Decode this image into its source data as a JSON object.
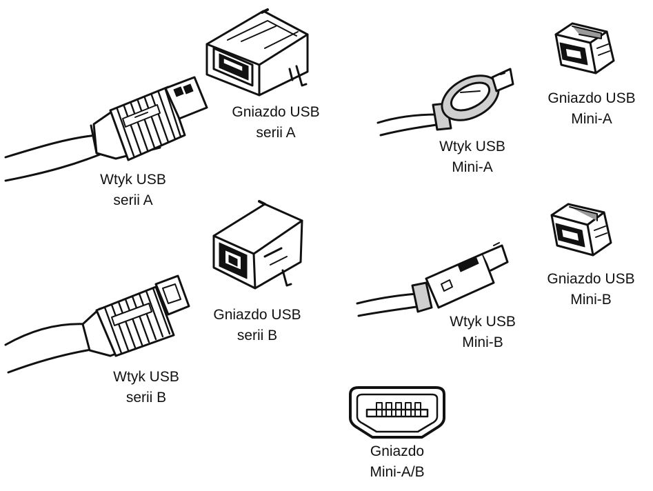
{
  "colors": {
    "ink": "#111111",
    "gray": "#9a9a9a",
    "light": "#cfcfcf",
    "paper": "#ffffff"
  },
  "labels": {
    "plug_a": {
      "line1": "Wtyk USB",
      "line2": "serii A"
    },
    "socket_a": {
      "line1": "Gniazdo USB",
      "line2": "serii A"
    },
    "plug_mini_a": {
      "line1": "Wtyk USB",
      "line2": "Mini-A"
    },
    "socket_mini_a": {
      "line1": "Gniazdo USB",
      "line2": "Mini-A"
    },
    "plug_b": {
      "line1": "Wtyk USB",
      "line2": "serii B"
    },
    "socket_b": {
      "line1": "Gniazdo USB",
      "line2": "serii B"
    },
    "plug_mini_b": {
      "line1": "Wtyk USB",
      "line2": "Mini-B"
    },
    "socket_mini_b": {
      "line1": "Gniazdo USB",
      "line2": "Mini-B"
    },
    "socket_mini_ab": {
      "line1": "Gniazdo",
      "line2": "Mini-A/B"
    }
  },
  "icons": [
    "usb-a-plug-icon",
    "usb-a-socket-icon",
    "usb-mini-a-plug-icon",
    "usb-mini-a-socket-icon",
    "usb-b-plug-icon",
    "usb-b-socket-icon",
    "usb-mini-b-plug-icon",
    "usb-mini-b-socket-icon",
    "usb-mini-ab-socket-icon"
  ]
}
